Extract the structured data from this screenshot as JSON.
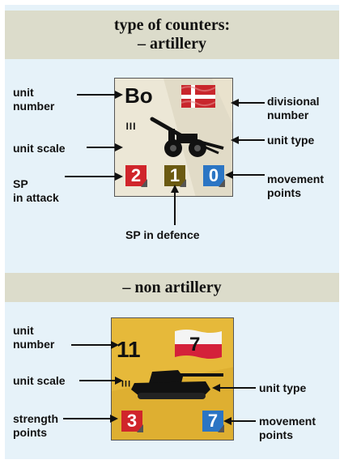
{
  "section_artillery": {
    "title_line1": "type of counters:",
    "title_line2": "– artillery",
    "labels": {
      "unit_number_1": "unit",
      "unit_number_2": "number",
      "unit_scale": "unit scale",
      "sp_attack_1": "SP",
      "sp_attack_2": "in attack",
      "divisional_1": "divisional",
      "divisional_2": "number",
      "unit_type": "unit type",
      "movement_1": "movement",
      "movement_2": "points",
      "sp_defence": "SP in defence"
    },
    "counter": {
      "unit_id": "Bo",
      "scale_mark": "III",
      "attack": "2",
      "defence": "1",
      "movement": "0",
      "flag_colors": [
        "#c8262c",
        "#ffffff"
      ],
      "icon": "artillery-gun-icon"
    }
  },
  "section_non_artillery": {
    "title": "– non artillery",
    "labels": {
      "unit_number_1": "unit",
      "unit_number_2": "number",
      "unit_scale": "unit scale",
      "strength_1": "strength",
      "strength_2": "points",
      "unit_type": "unit type",
      "movement_1": "movement",
      "movement_2": "points"
    },
    "counter": {
      "unit_id": "11",
      "divisional": "7",
      "scale_mark": "III",
      "strength": "3",
      "movement": "7",
      "flag_colors": [
        "#ffffff",
        "#d4213a"
      ],
      "icon": "tank-icon"
    }
  }
}
